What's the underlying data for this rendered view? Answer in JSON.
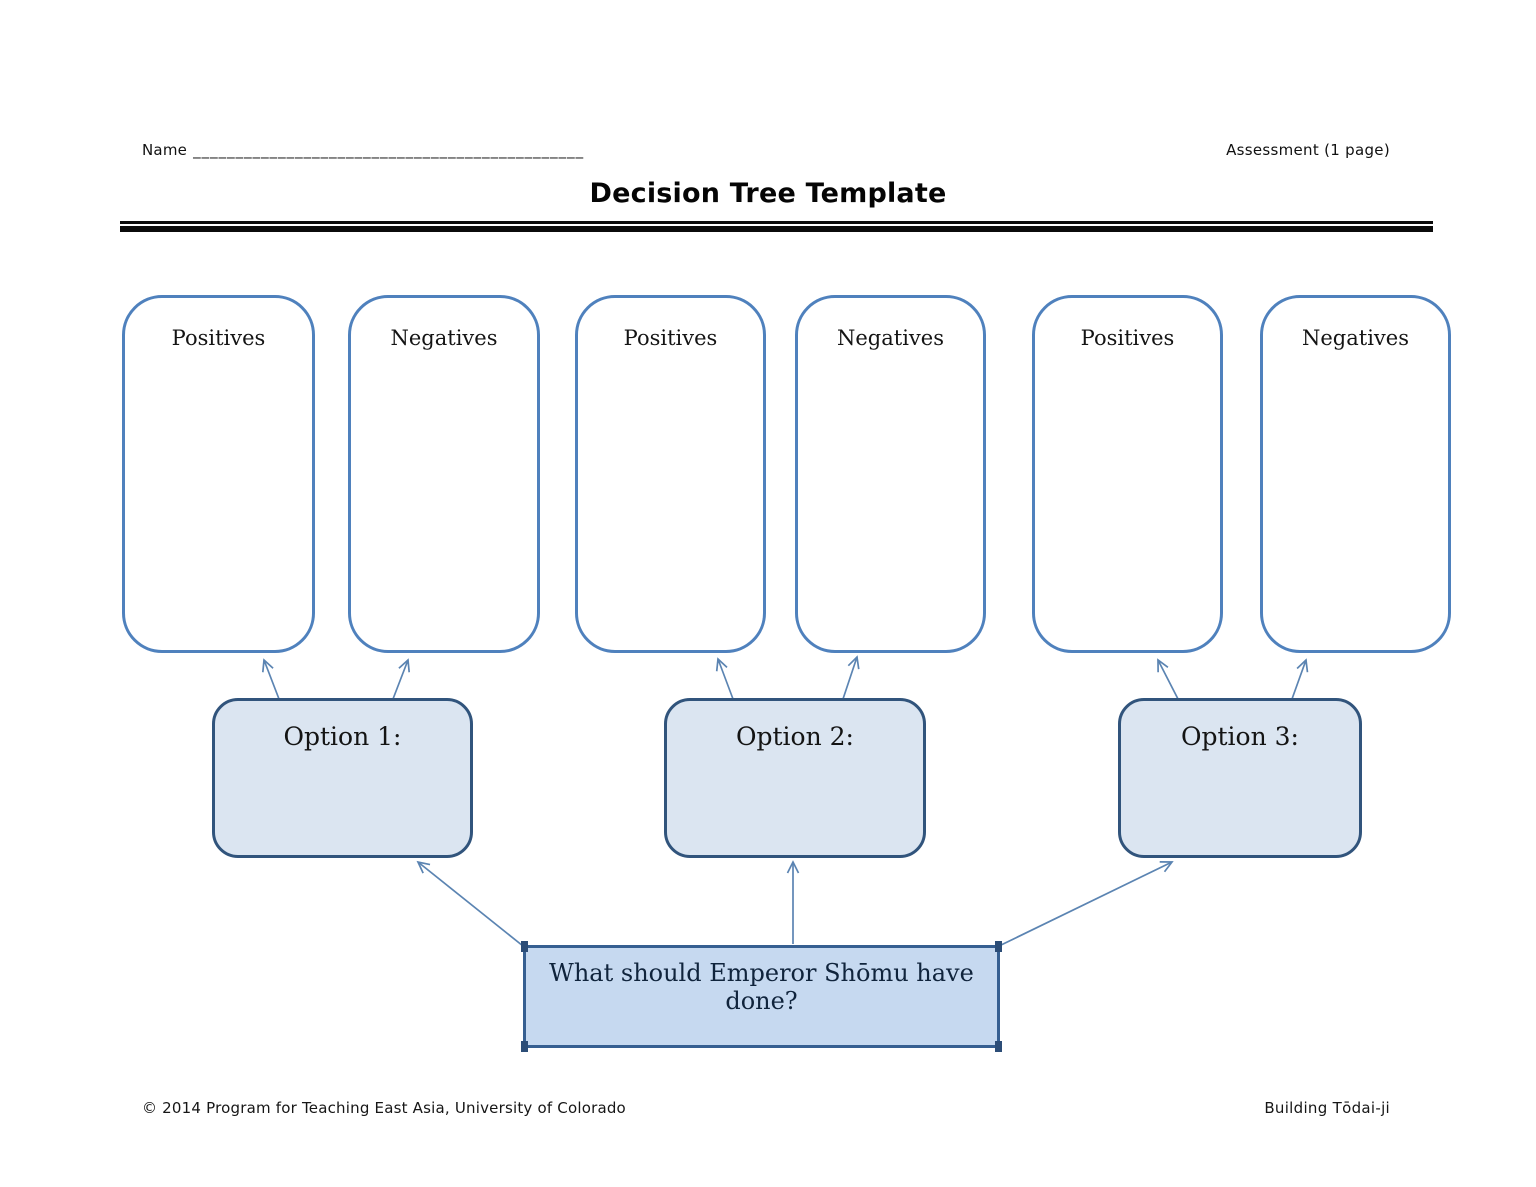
{
  "page": {
    "name_label": "Name",
    "name_line": "______________________________________________",
    "assessment": "Assessment (1 page)",
    "title": "Decision Tree Template",
    "footer_left": "© 2014 Program for Teaching East Asia, University of Colorado",
    "footer_right": "Building Tōdai-ji"
  },
  "tree": {
    "question": "What should Emperor Shōmu have done?",
    "options": [
      {
        "label": "Option 1:"
      },
      {
        "label": "Option 2:"
      },
      {
        "label": "Option 3:"
      }
    ],
    "outcomes": [
      {
        "label": "Positives"
      },
      {
        "label": "Negatives"
      },
      {
        "label": "Positives"
      },
      {
        "label": "Negatives"
      },
      {
        "label": "Positives"
      },
      {
        "label": "Negatives"
      }
    ]
  },
  "theme": {
    "outcome_border": "#4f81bd",
    "option_border": "#31547c",
    "option_fill": "#dbe5f1",
    "question_border": "#365f91",
    "question_fill": "#c6d9f0",
    "arrow_color": "#5b84b2",
    "rule_color": "#0b0b0b"
  }
}
